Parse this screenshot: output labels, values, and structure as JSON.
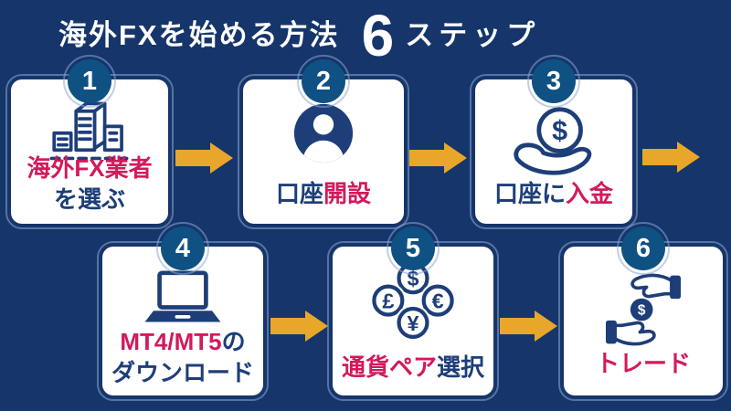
{
  "title": {
    "main": "海外FXを始める方法",
    "number": "6",
    "suffix": "ステップ"
  },
  "colors": {
    "background": "#15356B",
    "card": "#FFFFFF",
    "step_circle_blue": "#0F5183",
    "navy_text": "#1D3E78",
    "accent_red": "#D3195C",
    "arrow_gold": "#E8A62A",
    "halo_outline": "#8CA8D2"
  },
  "steps": [
    {
      "number": "1",
      "icon": "buildings-icon",
      "line1": [
        {
          "text": "海外FX業者",
          "color": "accent"
        }
      ],
      "line2": [
        {
          "text": "を選ぶ",
          "color": "navy"
        }
      ]
    },
    {
      "number": "2",
      "icon": "account-avatar-icon",
      "line1": [
        {
          "text": "口座",
          "color": "navy"
        },
        {
          "text": "開設",
          "color": "accent"
        }
      ]
    },
    {
      "number": "3",
      "icon": "hand-coin-icon",
      "line1": [
        {
          "text": "口座に",
          "color": "navy"
        },
        {
          "text": "入金",
          "color": "accent"
        }
      ]
    },
    {
      "number": "4",
      "icon": "laptop-icon",
      "line1": [
        {
          "text": "MT4/MT5",
          "color": "accent"
        },
        {
          "text": "の",
          "color": "navy"
        }
      ],
      "line2": [
        {
          "text": "ダウンロード",
          "color": "navy"
        }
      ]
    },
    {
      "number": "5",
      "icon": "currency-coins-icon",
      "line1": [
        {
          "text": "通貨ペア",
          "color": "accent"
        },
        {
          "text": "選択",
          "color": "navy"
        }
      ]
    },
    {
      "number": "6",
      "icon": "trade-hands-icon",
      "line1": [
        {
          "text": "トレード",
          "color": "accent"
        }
      ]
    }
  ]
}
